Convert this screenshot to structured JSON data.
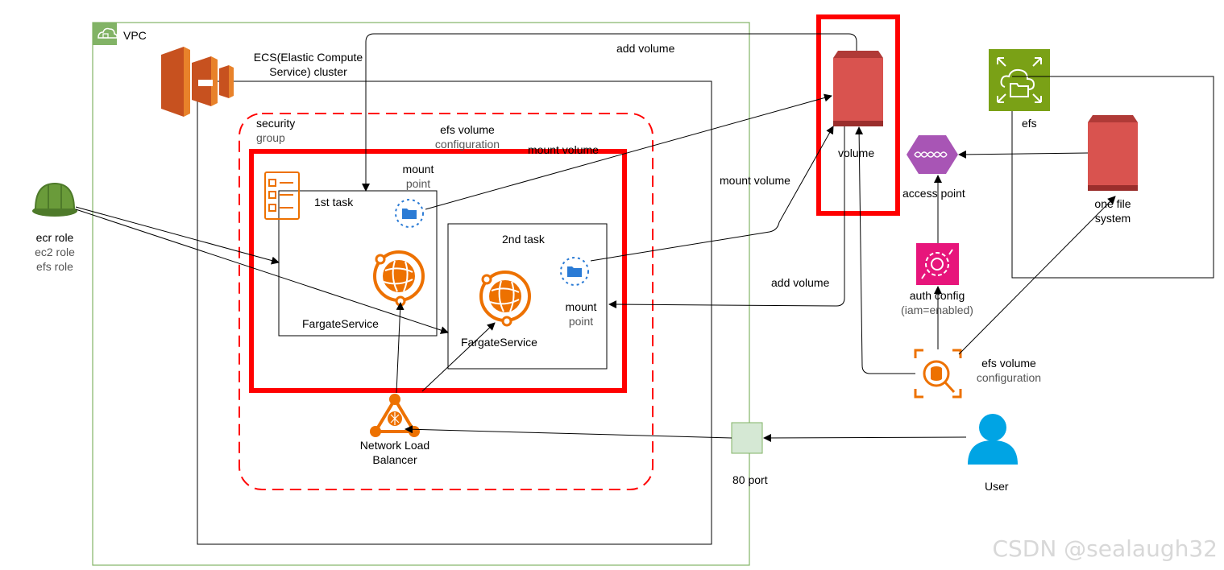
{
  "vpc": {
    "label": "VPC"
  },
  "ecs": {
    "label_line1": "ECS(Elastic Compute",
    "label_line2": "Service) cluster"
  },
  "security_group": {
    "line1": "security",
    "line2": "group"
  },
  "efs_volume_config_inner": {
    "line1": "efs volume",
    "line2": "configuration"
  },
  "mount_volume_inner": "mount volume",
  "first_task": {
    "title": "1st task",
    "mount_point_line1": "mount",
    "mount_point_line2": "point",
    "service_label": "FargateService"
  },
  "second_task": {
    "title": "2nd task",
    "mount_point_line1": "mount",
    "mount_point_line2": "point",
    "service_label": "FargateService"
  },
  "roles": {
    "line1": "ecr role",
    "line2": "ec2 role",
    "line3": "efs role"
  },
  "nlb": {
    "line1": "Network Load",
    "line2": "Balancer"
  },
  "port": {
    "label": "80 port"
  },
  "user": {
    "label": "User"
  },
  "volume": {
    "label": "volume"
  },
  "edges": {
    "add_volume_top": "add volume",
    "mount_volume_right": "mount volume",
    "add_volume_right": "add volume"
  },
  "access_point": {
    "label": "access point"
  },
  "auth_config": {
    "line1": "auth config",
    "line2": "(iam=enabled)"
  },
  "efs_volume_config_outer": {
    "line1": "efs volume",
    "line2": "configuration"
  },
  "efs": {
    "label": "efs"
  },
  "one_file_system": {
    "line1": "one file",
    "line2": "system"
  },
  "watermark": "CSDN @sealaugh32",
  "colors": {
    "vpc_border": "#82b366",
    "aws_orange": "#ed7100",
    "ecs_orange": "#e8822a",
    "efs_green": "#7aa116",
    "volume_red": "#d9534f",
    "access_point_purple": "#a855b5",
    "auth_pink": "#e7157b",
    "user_blue": "#00a4e4",
    "highlight_red": "#ff0000",
    "mount_blue": "#2b7bd5"
  }
}
